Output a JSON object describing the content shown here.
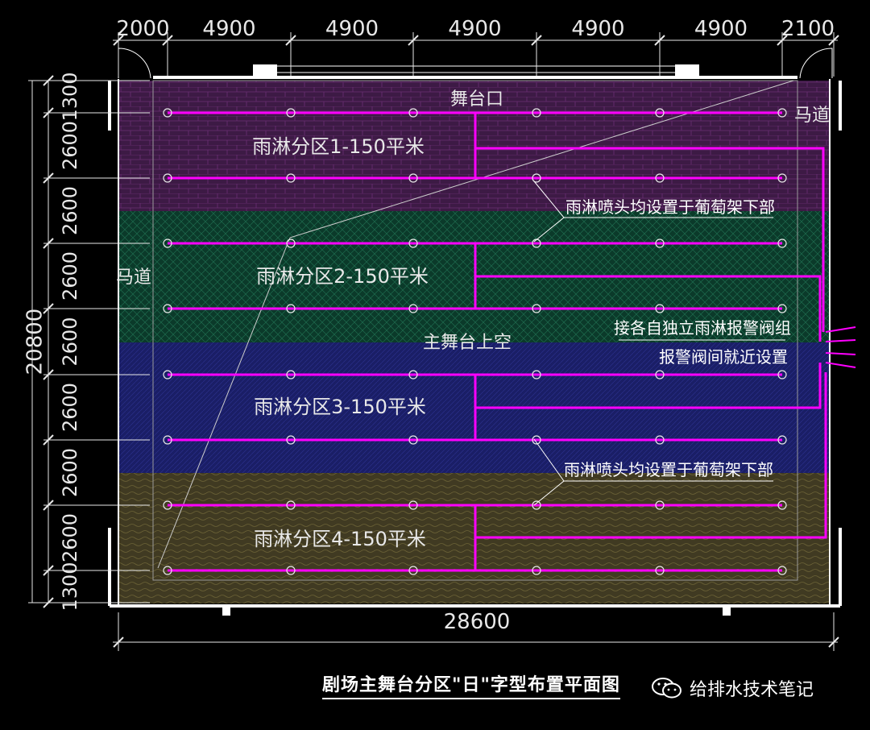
{
  "dimensions": {
    "top": [
      "2000",
      "4900",
      "4900",
      "4900",
      "4900",
      "4900",
      "2100"
    ],
    "left": [
      "1300",
      "2600",
      "2600",
      "2600",
      "2600",
      "2600",
      "2600",
      "2600",
      "1300"
    ],
    "total_height": "20800",
    "total_width": "28600"
  },
  "labels": {
    "stage_opening": "舞台口",
    "catwalk_right": "马道",
    "catwalk_left": "马道",
    "main_stage": "主舞台上空",
    "zone1": "雨淋分区1-150平米",
    "zone2": "雨淋分区2-150平米",
    "zone3": "雨淋分区3-150平米",
    "zone4": "雨淋分区4-150平米"
  },
  "notes": {
    "note_upper": "雨淋喷头均设置于葡萄架下部",
    "note_lower": "雨淋喷头均设置于葡萄架下部",
    "valve_line1": "接各自独立雨淋报警阀组",
    "valve_line2": "报警阀间就近设置"
  },
  "footer": {
    "title": "剧场主舞台分区\"日\"字型布置平面图",
    "watermark": "给排水技术笔记"
  },
  "colors": {
    "pipe": "#ff00ff",
    "zone1_fill": "#3d1a45",
    "zone2_fill": "#0b3a2a",
    "zone3_fill": "#1a1e66",
    "zone4_fill": "#403a22",
    "wall": "#ffffff"
  }
}
